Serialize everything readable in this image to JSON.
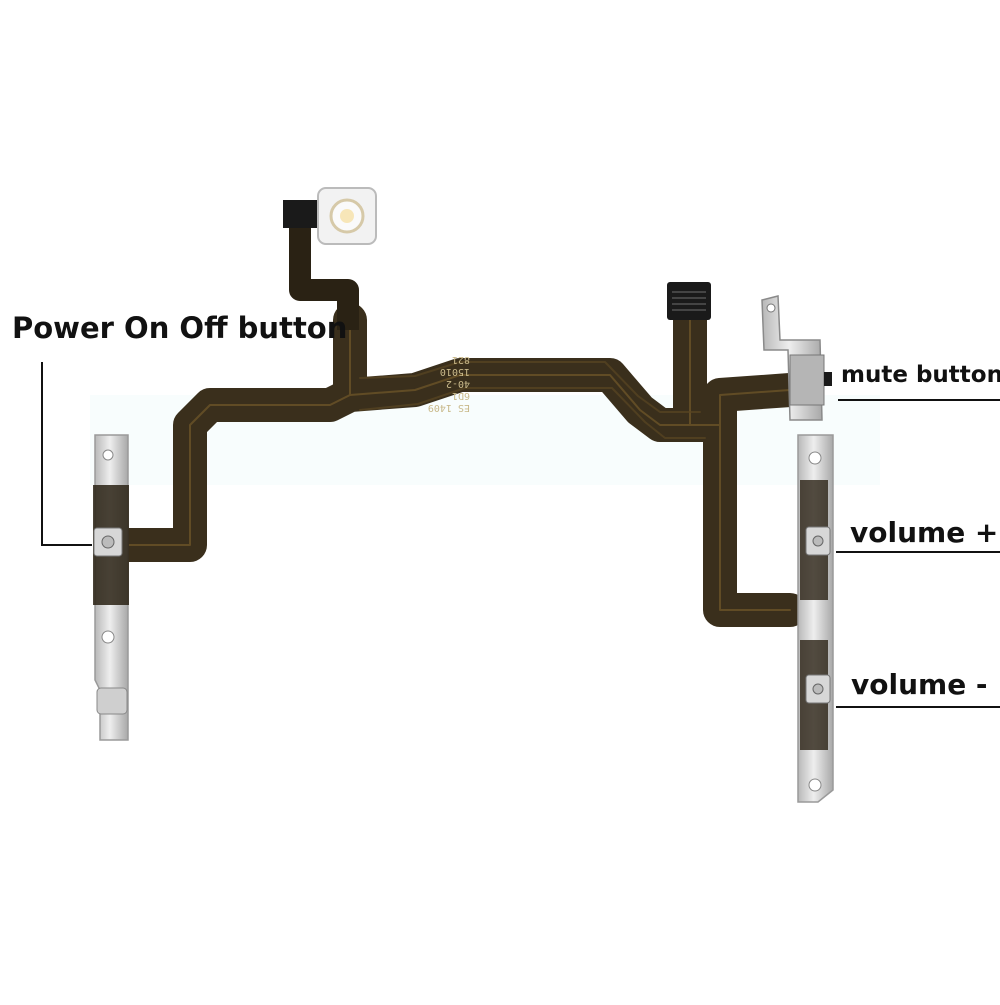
{
  "diagram": {
    "labels": {
      "power": "Power On Off button",
      "mute": "mute button",
      "volume_up": "volume +",
      "volume_down": "volume -"
    },
    "cable_print": [
      "ES 1409",
      "6D1",
      "40-2",
      "15010",
      "821"
    ],
    "colors": {
      "flex_cable": "#3a2f1c",
      "flex_cable_dark": "#2a2214",
      "flex_trace": "#6b5428",
      "bracket_metal": "#d7d7d7",
      "bracket_edge": "#9a9a9a",
      "connector": "#1a1a1a",
      "label_text": "#111111",
      "leader_line": "#111111"
    }
  }
}
